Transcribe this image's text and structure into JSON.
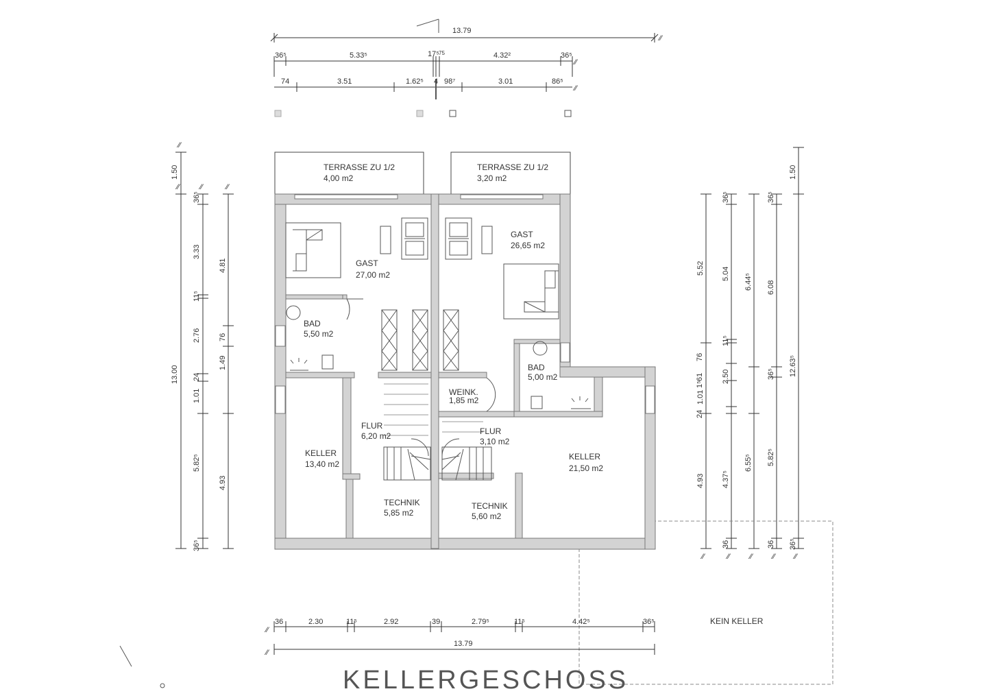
{
  "title": "KELLERGESCHOSS",
  "rooms": {
    "terrasse_left": {
      "name": "TERRASSE ZU 1/2",
      "area": "4,00 m2"
    },
    "terrasse_right": {
      "name": "TERRASSE ZU 1/2",
      "area": "3,20 m2"
    },
    "gast_left": {
      "name": "GAST",
      "area": "27,00 m2"
    },
    "gast_right": {
      "name": "GAST",
      "area": "26,65 m2"
    },
    "bad_left": {
      "name": "BAD",
      "area": "5,50 m2"
    },
    "bad_right": {
      "name": "BAD",
      "area": "5,00 m2"
    },
    "weink": {
      "name": "WEINK.",
      "area": "1,85 m2"
    },
    "flur_left": {
      "name": "FLUR",
      "area": "6,20 m2"
    },
    "flur_right": {
      "name": "FLUR",
      "area": "3,10 m2"
    },
    "keller_left": {
      "name": "KELLER",
      "area": "13,40 m2"
    },
    "keller_right": {
      "name": "KELLER",
      "area": "21,50 m2"
    },
    "technik_left": {
      "name": "TECHNIK",
      "area": "5,85 m2"
    },
    "technik_right": {
      "name": "TECHNIK",
      "area": "5,60 m2"
    },
    "kein_keller": "KEIN KELLER"
  },
  "dims_top": {
    "total": "13.79",
    "row2": [
      "36⁵",
      "5.33⁵",
      "17⁵",
      "75",
      "4.32²",
      "36⁵"
    ],
    "row3": [
      "74",
      "3.51",
      "1.62⁵",
      "4",
      "98⁷",
      "3.01",
      "86⁵"
    ]
  },
  "dims_bottom": {
    "row1": [
      "36",
      "2.30",
      "11⁵",
      "2.92",
      "39",
      "2.79⁵",
      "11⁵",
      "4.42⁵",
      "36⁵"
    ],
    "total": "13.79"
  },
  "dims_left": {
    "outer": [
      "1.50",
      "13.00"
    ],
    "mid": [
      "36⁵",
      "3.33",
      "11⁵",
      "2.76",
      "24",
      "1.01",
      "5.82⁵",
      "36⁵"
    ],
    "inner": [
      "4.81",
      "76",
      "1.49",
      "4.93"
    ]
  },
  "dims_right": {
    "c1": [
      "5.52",
      "1.01",
      "4.93"
    ],
    "c2": [
      "36⁵",
      "5.04",
      "11⁵",
      "76",
      "61",
      "1⁵",
      "24",
      "4.37⁵",
      "36"
    ],
    "c3": [
      "6.44⁵",
      "2.50",
      "6.55⁵"
    ],
    "c4": [
      "36⁵",
      "6.08",
      "36⁵",
      "5.82⁵",
      "36"
    ],
    "c5": [
      "1.50",
      "12.63⁵",
      "36⁵"
    ]
  }
}
